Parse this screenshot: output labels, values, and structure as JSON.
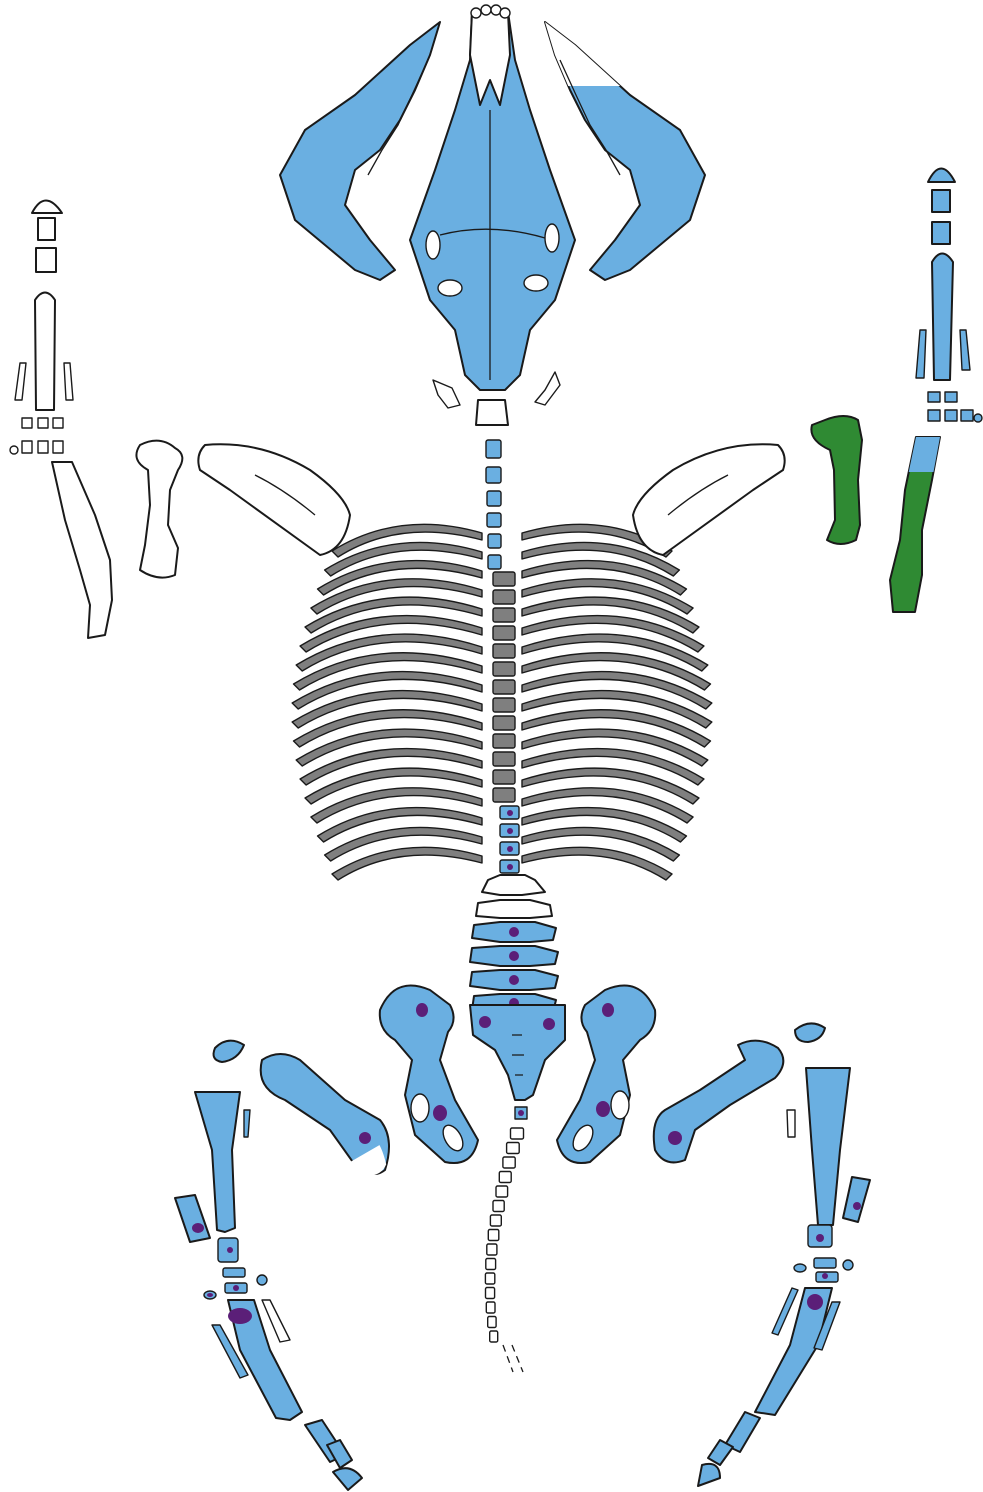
{
  "colors": {
    "preserved": "#6aafe1",
    "absent": "#ffffff",
    "ribs": "#7f7f7f",
    "alternate": "#2f8a33",
    "sample_marker": "#5b1f78",
    "outline": "#1a1a1a"
  },
  "bone_status": {
    "skull": "preserved",
    "mandible_left": "preserved",
    "mandible_right": "preserved",
    "hyoid_bones": "absent",
    "atlas": "absent",
    "cervical_vertebrae": "preserved",
    "thoracic_vertebrae": "ribs",
    "ribs": "ribs",
    "caudal_thoracic_vertebrae": "preserved",
    "lumbar_vertebrae": "preserved",
    "sacrum": "preserved",
    "caudal_vertebrae": "absent",
    "scapula_left": "absent",
    "scapula_right": "absent",
    "humerus_left": "absent",
    "humerus_right": "alternate",
    "radius_ulna_left": "absent",
    "radius_ulna_right": "alternate",
    "carpals_left": "absent",
    "carpals_right": "preserved",
    "metacarpals_left": "absent",
    "metacarpals_right": "preserved",
    "phalanges_forelimb_left": "absent",
    "phalanges_forelimb_right": "preserved",
    "pelvis_left": "preserved",
    "pelvis_right": "preserved",
    "femur_left": "preserved",
    "femur_right": "preserved",
    "patella_left": "preserved",
    "patella_right": "preserved",
    "tibia_left": "preserved",
    "tibia_right": "preserved",
    "tarsals_left": "preserved",
    "tarsals_right": "preserved",
    "metatarsals_left": "preserved",
    "metatarsals_right": "preserved",
    "phalanges_hindlimb_left": "preserved",
    "phalanges_hindlimb_right": "preserved"
  }
}
